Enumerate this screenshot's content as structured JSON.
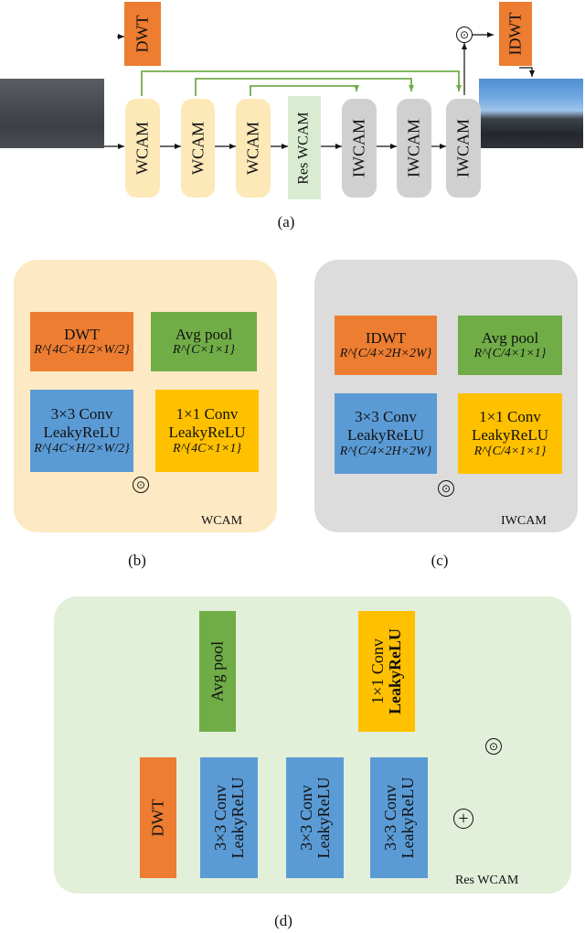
{
  "panel_a": {
    "caption": "(a)",
    "dwt_label": "DWT",
    "idwt_label": "IDWT",
    "encoder": [
      "WCAM",
      "WCAM",
      "WCAM"
    ],
    "bottleneck": "Res WCAM",
    "decoder": [
      "IWCAM",
      "IWCAM",
      "IWCAM"
    ],
    "input_image": "low-light input image",
    "output_image": "enhanced output image"
  },
  "panel_b": {
    "caption": "(b)",
    "name": "WCAM",
    "dwt_label": "DWT",
    "dwt_dim": "R^{4C×H/2×W/2}",
    "avgpool_label": "Avg pool",
    "avgpool_dim": "R^{C×1×1}",
    "conv3_label": "3×3 Conv",
    "conv3_act": "LeakyReLU",
    "conv3_dim": "R^{4C×H/2×W/2}",
    "conv1_label": "1×1 Conv",
    "conv1_act": "LeakyReLU",
    "conv1_dim": "R^{4C×1×1}"
  },
  "panel_c": {
    "caption": "(c)",
    "name": "IWCAM",
    "idwt_label": "IDWT",
    "idwt_dim": "R^{C/4×2H×2W}",
    "avgpool_label": "Avg pool",
    "avgpool_dim": "R^{C/4×1×1}",
    "conv3_label": "3×3 Conv",
    "conv3_act": "LeakyReLU",
    "conv3_dim": "R^{C/4×2H×2W}",
    "conv1_label": "1×1 Conv",
    "conv1_act": "LeakyReLU",
    "conv1_dim": "R^{C/4×1×1}"
  },
  "panel_d": {
    "caption": "(d)",
    "name": "Res WCAM",
    "avgpool_label": "Avg pool",
    "conv1_label": "1×1 Conv",
    "conv1_act": "LeakyReLU",
    "dwt_label": "DWT",
    "conv3_blocks": [
      {
        "label": "3×3 Conv",
        "act": "LeakyReLU"
      },
      {
        "label": "3×3 Conv",
        "act": "LeakyReLU"
      },
      {
        "label": "3×3 Conv",
        "act": "LeakyReLU"
      }
    ]
  },
  "symbols": {
    "odot": "⊙",
    "oplus": "+"
  },
  "colors": {
    "dwt": "#ed7d31",
    "wcam": "#fde8b8",
    "res_wcam": "#d9ecd2",
    "iwcam": "#d0d0d0",
    "avgpool": "#70ad47",
    "conv3": "#5b9bd5",
    "conv1": "#ffc000",
    "panel_b_bg": "#fdeac4",
    "panel_c_bg": "#dcdcdc",
    "panel_d_bg": "#e2efd9",
    "skip_arrow": "#70ad47"
  }
}
